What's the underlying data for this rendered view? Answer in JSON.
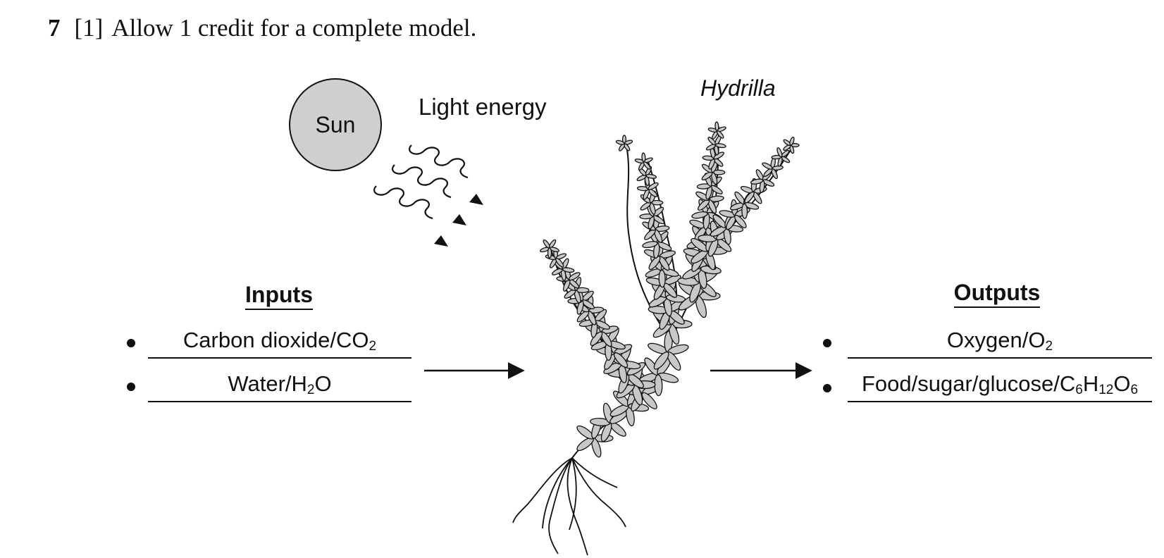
{
  "header": {
    "question_number": "7",
    "mark": "[1]",
    "text": "Allow 1 credit for a complete model."
  },
  "diagram": {
    "sun_label": "Sun",
    "light_label": "Light energy",
    "plant_label": "Hydrilla",
    "inputs": {
      "heading": "Inputs",
      "items": [
        {
          "text": "Carbon dioxide/CO",
          "sub": "2"
        },
        {
          "text": "Water/H",
          "sub": "2",
          "tail": "O"
        }
      ]
    },
    "outputs": {
      "heading": "Outputs",
      "items": [
        {
          "text": "Oxygen/O",
          "sub": "2"
        },
        {
          "parts": [
            "Food/sugar/glucose/C",
            "6",
            "H",
            "12",
            "O",
            "6"
          ]
        }
      ]
    }
  },
  "colors": {
    "ink": "#111111",
    "sun_fill": "#cfcfcf",
    "leaf_fill": "#c8c8c8",
    "background": "#ffffff"
  }
}
